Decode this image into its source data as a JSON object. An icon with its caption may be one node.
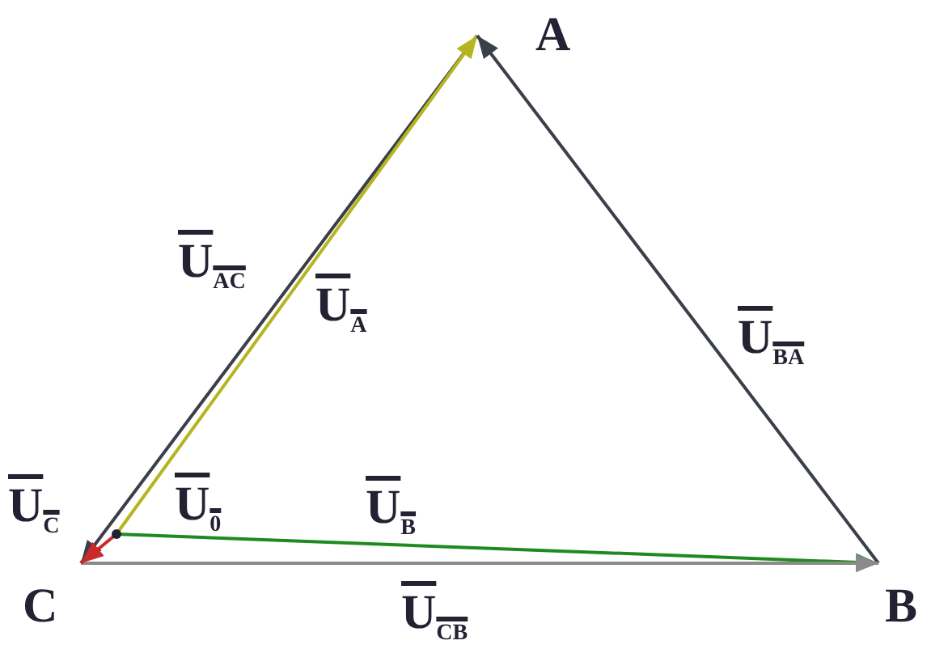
{
  "diagram": {
    "nodes": [
      {
        "text": [
          "A"
        ]
      },
      {
        "text": [
          "B"
        ]
      },
      {
        "text": [
          "C"
        ]
      },
      {
        "text": [],
        "shape": "dot"
      }
    ],
    "edges": [
      {
        "from": 0,
        "to": 2,
        "arrow": "to",
        "label": "U$_{AC}$"
      },
      {
        "from": 3,
        "to": 0,
        "arrow": "to",
        "label": "U$_{A}$",
        "color": "#b5b520"
      },
      {
        "from": 1,
        "to": 0,
        "arrow": "to",
        "label": "U$_{BA}$"
      },
      {
        "from": 3,
        "to": 1,
        "arrow": "to",
        "label": "U$_{B}$",
        "color": "#1f8a1f"
      },
      {
        "from": 2,
        "to": 1,
        "arrow": "to",
        "label": "U$_{CB}$",
        "color": "#8a8a8a"
      },
      {
        "from": 3,
        "to": 2,
        "arrow": "to",
        "label": "U$_{C}$",
        "color": "#cc2a2a"
      }
    ],
    "labels": [
      "U$_{0}$"
    ]
  }
}
